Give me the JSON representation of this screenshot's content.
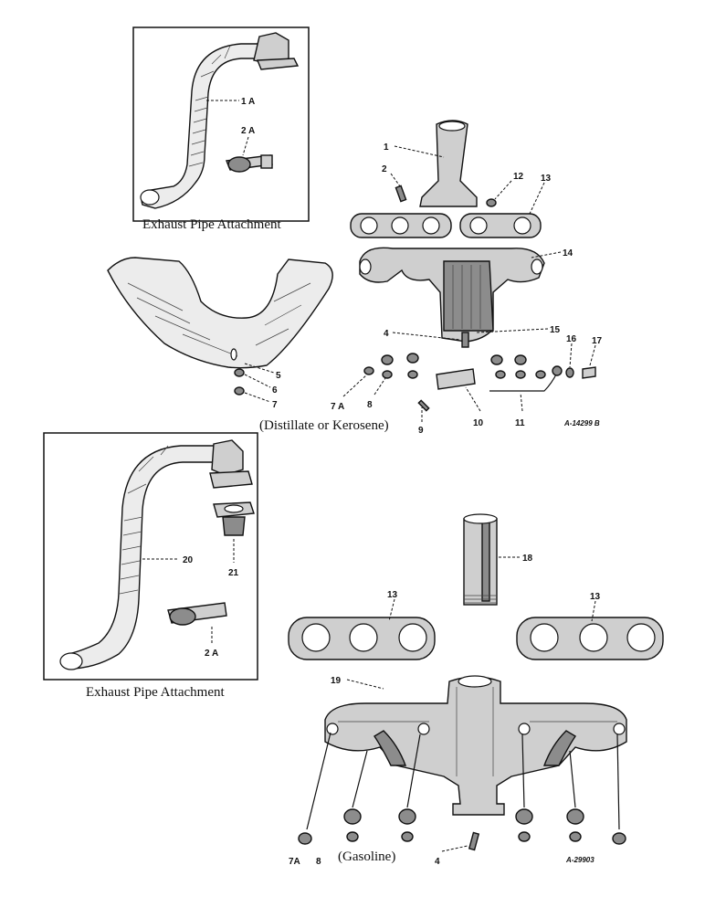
{
  "captions": {
    "top_inset": "Exhaust Pipe Attachment",
    "bottom_inset": "Exhaust Pipe Attachment",
    "distillate": "(Distillate or Kerosene)",
    "gasoline": "(Gasoline)"
  },
  "codes": {
    "top": "A-14299 B",
    "bottom": "A-29903"
  },
  "callouts": {
    "c1": "1",
    "c1a": "1 A",
    "c2": "2",
    "c2a_top": "2 A",
    "c2a_bottom": "2 A",
    "c4_top": "4",
    "c4_bottom": "4",
    "c5": "5",
    "c6": "6",
    "c7": "7",
    "c7a_top": "7 A",
    "c7a_bottom": "7A",
    "c8_top": "8",
    "c8_bottom": "8",
    "c9": "9",
    "c10": "10",
    "c11": "11",
    "c12": "12",
    "c13_top": "13",
    "c13_bl": "13",
    "c13_br": "13",
    "c14": "14",
    "c15": "15",
    "c16": "16",
    "c17": "17",
    "c18": "18",
    "c19": "19",
    "c20": "20",
    "c21": "21"
  }
}
